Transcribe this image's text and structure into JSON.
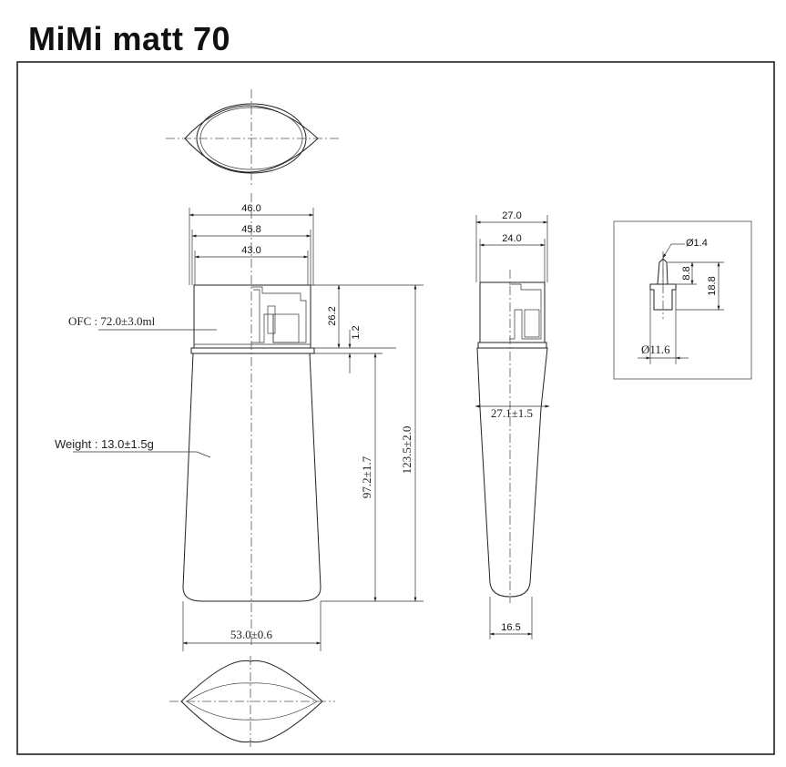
{
  "title": "MiMi matt 70",
  "labels": {
    "ofc": "OFC : 72.0±3.0ml",
    "weight": "Weight : 13.0±1.5g"
  },
  "front_view": {
    "width_top_outer": "46.0",
    "width_top_mid": "45.8",
    "width_top_inner": "43.0",
    "cap_height": "26.2",
    "gap": "1.2",
    "body_height": "97.2±1.7",
    "total_height": "123.5±2.0",
    "bottom_width": "53.0±0.6"
  },
  "side_view": {
    "width_outer": "27.0",
    "width_inner": "24.0",
    "body_width": "27.1±1.5",
    "bottom_width": "16.5"
  },
  "detail_view": {
    "hole_dia": "Ø1.4",
    "height_small": "8.8",
    "height_large": "18.8",
    "base_dia": "Ø11.6"
  }
}
